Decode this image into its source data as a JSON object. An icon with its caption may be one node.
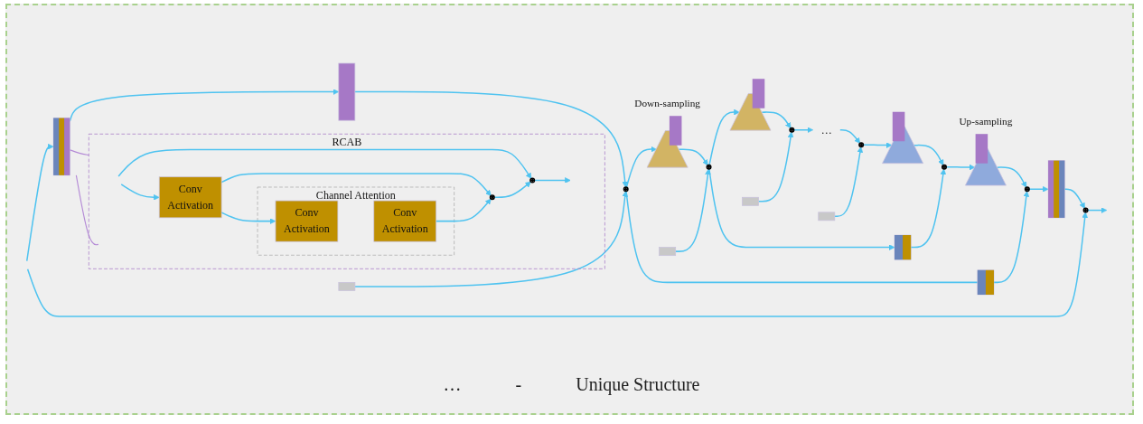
{
  "diagram": {
    "nodes": [
      {
        "text": [],
        "shape": "box"
      },
      {
        "text": [],
        "shape": "box"
      },
      {
        "text": [],
        "shape": "circle"
      },
      {
        "text": [],
        "shape": "trapezoid",
        "beside": [
          "Down-sampling"
        ]
      },
      {
        "text": [],
        "shape": "circle"
      },
      {
        "text": [],
        "shape": "trapezoid"
      },
      {
        "text": [],
        "shape": "circle"
      },
      {
        "text": [
          "…"
        ]
      },
      {
        "text": [],
        "shape": "circle"
      },
      {
        "text": [],
        "shape": "trapezoid"
      },
      {
        "text": [],
        "shape": "circle"
      },
      {
        "text": [],
        "shape": "trapezoid",
        "beside": [
          "Up-sampling"
        ]
      },
      {
        "text": [],
        "shape": "circle"
      },
      {
        "text": [],
        "shape": "box"
      },
      {
        "text": [],
        "shape": "circle"
      },
      {
        "text": [],
        "shape": "box"
      },
      {
        "text": [],
        "shape": "box"
      },
      {
        "text": [],
        "shape": "box"
      },
      {
        "text": [],
        "shape": "box"
      },
      {
        "text": [],
        "shape": "box"
      },
      {
        "text": [],
        "shape": "box"
      },
      {
        "text": [
          "RCAB"
        ]
      },
      {
        "text": [
          "Conv",
          "Activation"
        ],
        "in": 21
      },
      {
        "text": [
          "Channel Attention"
        ],
        "in": 21
      },
      {
        "text": [
          "Conv",
          "Activation"
        ],
        "in": 23
      },
      {
        "text": [
          "Conv",
          "Activation"
        ],
        "in": 23
      },
      {
        "text": [],
        "shape": "circle",
        "in": 21
      },
      {
        "text": [],
        "shape": "circle",
        "in": 21
      }
    ],
    "edges": [
      {
        "from": null,
        "to": 0,
        "arrow": "to"
      },
      {
        "from": null,
        "to": 14,
        "arrow": "to"
      },
      {
        "from": 0,
        "to": 1,
        "arrow": "to"
      },
      {
        "from": 1,
        "to": 2,
        "arrow": "to"
      },
      {
        "from": 2,
        "to": 3,
        "arrow": "to"
      },
      {
        "from": 2,
        "to": 19,
        "arrow": "none"
      },
      {
        "from": 19,
        "to": 12,
        "arrow": "to"
      },
      {
        "from": 3,
        "to": 4,
        "arrow": "to"
      },
      {
        "from": 4,
        "to": 5,
        "arrow": "to"
      },
      {
        "from": 4,
        "to": 20,
        "arrow": "to"
      },
      {
        "from": 20,
        "to": 10,
        "arrow": "to"
      },
      {
        "from": 5,
        "to": 6,
        "arrow": "to"
      },
      {
        "from": 6,
        "to": 7,
        "arrow": "to"
      },
      {
        "from": 7,
        "to": 8,
        "arrow": "to"
      },
      {
        "from": 8,
        "to": 9,
        "arrow": "to"
      },
      {
        "from": 9,
        "to": 10,
        "arrow": "to"
      },
      {
        "from": 10,
        "to": 11,
        "arrow": "to"
      },
      {
        "from": 11,
        "to": 12,
        "arrow": "to"
      },
      {
        "from": 12,
        "to": 13,
        "arrow": "to"
      },
      {
        "from": 13,
        "to": 14,
        "arrow": "to"
      },
      {
        "from": 14,
        "to": null,
        "arrow": "to"
      },
      {
        "from": 15,
        "to": 2,
        "arrow": "to"
      },
      {
        "from": 16,
        "to": 4,
        "arrow": "to"
      },
      {
        "from": 17,
        "to": 6,
        "arrow": "to"
      },
      {
        "from": 18,
        "to": 8,
        "arrow": "to"
      },
      {
        "from": 0,
        "to": 21,
        "arrow": "none",
        "color": "#b48ad6"
      },
      {
        "from": 0,
        "to": 21,
        "arrow": "none",
        "color": "#b48ad6"
      },
      {
        "from": null,
        "to": 22,
        "arrow": "to"
      },
      {
        "from": null,
        "to": 27,
        "arrow": "to"
      },
      {
        "from": 22,
        "to": 24,
        "arrow": "to"
      },
      {
        "from": 22,
        "to": 26,
        "arrow": "to"
      },
      {
        "from": 25,
        "to": 26,
        "arrow": "to"
      },
      {
        "from": 26,
        "to": 27,
        "arrow": "to"
      },
      {
        "from": 27,
        "to": null,
        "arrow": "to"
      }
    ],
    "labels": [
      "…",
      "-",
      "Unique Structure"
    ]
  }
}
